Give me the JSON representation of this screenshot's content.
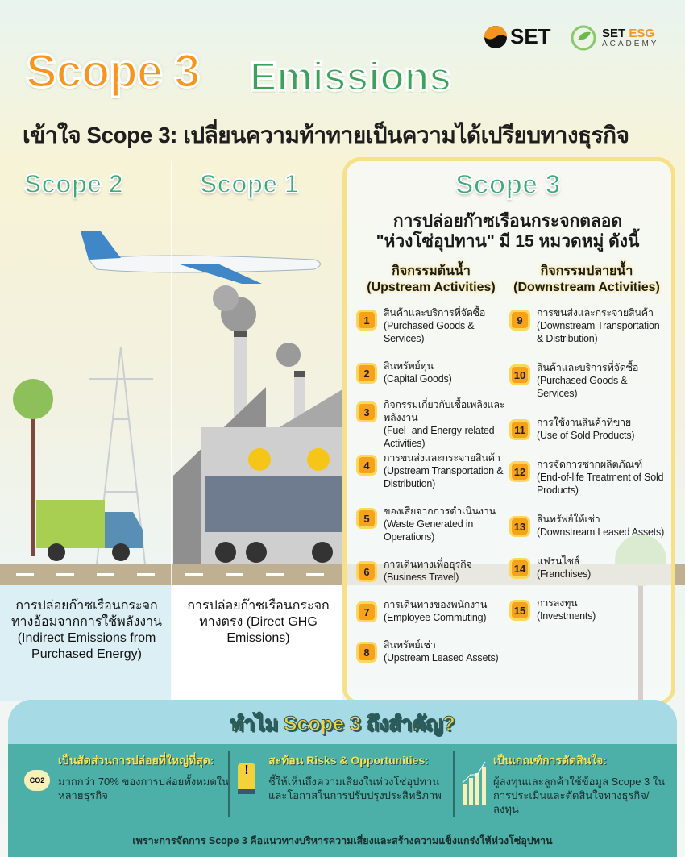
{
  "header": {
    "title_part1": "Scope 3",
    "title_part2": "Emissions",
    "subtitle": "เข้าใจ Scope 3: เปลี่ยนความท้าทายเป็นความได้เปรียบทางธุรกิจ",
    "logos": {
      "set": "SET",
      "esg_set": "SET",
      "esg": "ESG",
      "academy": "ACADEMY"
    }
  },
  "scope2": {
    "label": "Scope 2",
    "caption": "การปล่อยก๊าซเรือนกระจกทางอ้อมจากการใช้พลังงาน (Indirect Emissions from Purchased Energy)"
  },
  "scope1": {
    "label": "Scope 1",
    "caption": "การปล่อยก๊าซเรือนกระจกทางตรง (Direct GHG Emissions)"
  },
  "scope3": {
    "label": "Scope 3",
    "intro_line1": "การปล่อยก๊าซเรือนกระจกตลอด",
    "intro_line2": "\"ห่วงโซ่อุปทาน\" มี 15 หมวดหมู่ ดังนี้",
    "upstream": {
      "title_th": "กิจกรรมต้นน้ำ",
      "title_en": "(Upstream Activities)",
      "items": [
        {
          "n": "1",
          "th": "สินค้าและบริการที่จัดซื้อ",
          "en": "(Purchased Goods & Services)"
        },
        {
          "n": "2",
          "th": "สินทรัพย์ทุน",
          "en": "(Capital Goods)"
        },
        {
          "n": "3",
          "th": "กิจกรรมเกี่ยวกับเชื้อเพลิงและพลังงาน",
          "en": "(Fuel- and Energy-related Activities)"
        },
        {
          "n": "4",
          "th": "การขนส่งและกระจายสินค้า",
          "en": "(Upstream Transportation & Distribution)"
        },
        {
          "n": "5",
          "th": "ของเสียจากการดำเนินงาน",
          "en": "(Waste Generated in Operations)"
        },
        {
          "n": "6",
          "th": "การเดินทางเพื่อธุรกิจ",
          "en": "(Business Travel)"
        },
        {
          "n": "7",
          "th": "การเดินทางของพนักงาน",
          "en": "(Employee Commuting)"
        },
        {
          "n": "8",
          "th": "สินทรัพย์เช่า",
          "en": "(Upstream Leased Assets)"
        }
      ]
    },
    "downstream": {
      "title_th": "กิจกรรมปลายน้ำ",
      "title_en": "(Downstream Activities)",
      "items": [
        {
          "n": "9",
          "th": "การขนส่งและกระจายสินค้า",
          "en": "(Downstream Transportation & Distribution)"
        },
        {
          "n": "10",
          "th": "สินค้าและบริการที่จัดซื้อ",
          "en": "(Purchased Goods & Services)"
        },
        {
          "n": "11",
          "th": "การใช้งานสินค้าที่ขาย",
          "en": "(Use of Sold Products)"
        },
        {
          "n": "12",
          "th": "การจัดการซากผลิตภัณฑ์",
          "en": "(End-of-life Treatment of Sold Products)"
        },
        {
          "n": "13",
          "th": "สินทรัพย์ให้เช่า",
          "en": "(Downstream Leased Assets)"
        },
        {
          "n": "14",
          "th": "แฟรนไชส์",
          "en": "(Franchises)"
        },
        {
          "n": "15",
          "th": "การลงทุน",
          "en": "(Investments)"
        }
      ]
    }
  },
  "why": {
    "title": "ทำไม Scope 3 ถึงสำคัญ?",
    "co2_label": "CO2",
    "cards": [
      {
        "heading": "เป็นสัดส่วนการปล่อยที่ใหญ่ที่สุด:",
        "text": "มากกว่า 70% ของการปล่อยทั้งหมดในหลายธุรกิจ"
      },
      {
        "heading": "สะท้อน Risks & Opportunities:",
        "text": "ชี้ให้เห็นถึงความเสี่ยงในห่วงโซ่อุปทานและโอกาสในการปรับปรุงประสิทธิภาพ"
      },
      {
        "heading": "เป็นเกณฑ์การตัดสินใจ:",
        "text": "ผู้ลงทุนและลูกค้าใช้ข้อมูล Scope 3 ในการประเมินและตัดสินใจทางธุรกิจ/ลงทุน"
      }
    ],
    "footer": "เพราะการจัดการ Scope 3 คือแนวทางบริหารความเสี่ยงและสร้างความแข็งแกร่งให้ห่วงโซ่อุปทาน"
  },
  "colors": {
    "orange": "#f6961f",
    "green": "#3aa35a",
    "teal": "#4cb0a8",
    "yellow_border": "#f6e089"
  }
}
